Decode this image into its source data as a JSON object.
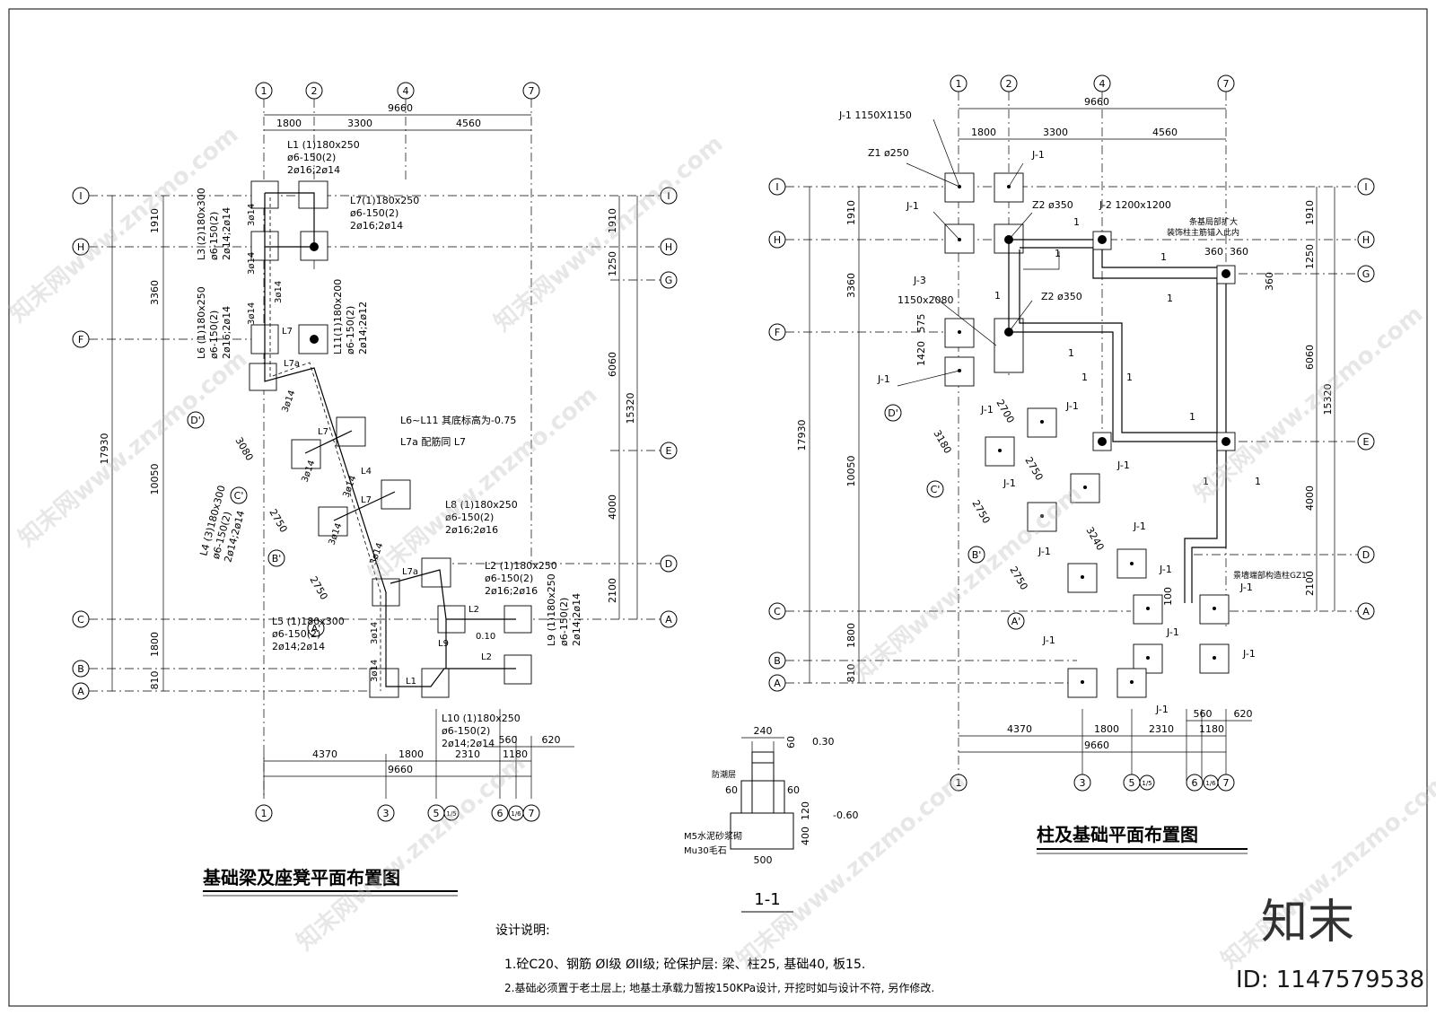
{
  "left_plan": {
    "title": "基础梁及座凳平面布置图",
    "top_axes": [
      "1",
      "2",
      "4",
      "7"
    ],
    "bottom_axes": [
      "1",
      "3",
      "5",
      "1/5",
      "6",
      "1/6",
      "7"
    ],
    "row_axes_left": [
      "I",
      "H",
      "F",
      "D'",
      "C'",
      "B'",
      "A'",
      "C",
      "B",
      "A"
    ],
    "row_axes_right": [
      "I",
      "H",
      "G",
      "E",
      "D",
      "A"
    ],
    "top_dims": [
      "9660",
      "1800",
      "3300",
      "4560"
    ],
    "bottom_dims": [
      "4370",
      "1800",
      "2310",
      "560",
      "620",
      "1180",
      "9660"
    ],
    "left_dims": [
      "17930",
      "1910",
      "3360",
      "10050",
      "1800",
      "810"
    ],
    "right_dims": [
      "1910",
      "1250",
      "6060",
      "15320",
      "4000",
      "2100"
    ],
    "diag_dims": [
      "3080",
      "2750",
      "2750"
    ],
    "beam_labels": [
      {
        "name": "L1 (1)180x250",
        "l2": "ø6-150(2)",
        "l3": "2ø16;2ø14"
      },
      {
        "name": "L7(1)180x250",
        "l2": "ø6-150(2)",
        "l3": "2ø16;2ø14"
      },
      {
        "name": "L3 (2)180x300",
        "l2": "ø6-150(2)",
        "l3": "2ø14;2ø14"
      },
      {
        "name": "L6 (1)180x250",
        "l2": "ø6-150(2)",
        "l3": "2ø16;2ø14"
      },
      {
        "name": "L11(1)180x200",
        "l2": "ø6-150(2)",
        "l3": "2ø14;2ø12"
      },
      {
        "name": "L4 (3)180x300",
        "l2": "ø6-150(2)",
        "l3": "2ø14;2ø14"
      },
      {
        "name": "L8 (1)180x250",
        "l2": "ø6-150(2)",
        "l3": "2ø16;2ø16"
      },
      {
        "name": "L2 (1)180x250",
        "l2": "ø6-150(2)",
        "l3": "2ø16;2ø16"
      },
      {
        "name": "L9 (1)180x250",
        "l2": "ø6-150(2)",
        "l3": "2ø14;2ø14"
      },
      {
        "name": "L5 (1)180x300",
        "l2": "ø6-150(2)",
        "l3": "2ø14;2ø14"
      },
      {
        "name": "L10 (1)180x250",
        "l2": "ø6-150(2)",
        "l3": "2ø14;2ø14"
      }
    ],
    "note1": "L6~L11 其底标高为-0.75",
    "note2": "L7a 配筋同 L7",
    "small_tags": [
      "3ø14",
      "3ø14",
      "3ø14",
      "3ø14",
      "3ø14",
      "3ø14",
      "3ø14",
      "3ø14",
      "3ø14",
      "3ø14",
      "3ø14",
      "L7",
      "L7a",
      "L7",
      "L7",
      "L7a",
      "L1",
      "L2",
      "L2",
      "L9",
      "L4",
      "0.10"
    ]
  },
  "right_plan": {
    "title": "柱及基础平面布置图",
    "top_axes": [
      "1",
      "2",
      "4",
      "7"
    ],
    "bottom_axes": [
      "1",
      "3",
      "5",
      "1/5",
      "6",
      "1/6",
      "7"
    ],
    "row_axes_left": [
      "I",
      "H",
      "F",
      "D'",
      "C'",
      "B'",
      "A'",
      "C",
      "B",
      "A"
    ],
    "row_axes_right": [
      "I",
      "H",
      "G",
      "E",
      "D",
      "A"
    ],
    "top_dims": [
      "9660",
      "1800",
      "3300",
      "4560"
    ],
    "bottom_dims": [
      "4370",
      "1800",
      "2310",
      "560",
      "620",
      "1180",
      "9660"
    ],
    "left_dims": [
      "17930",
      "1910",
      "3360",
      "10050",
      "1800",
      "810",
      "1420",
      "575"
    ],
    "right_dims": [
      "1910",
      "1250",
      "6060",
      "15320",
      "4000",
      "2100",
      "360",
      "360",
      "360"
    ],
    "diag_dims": [
      "3180",
      "2700",
      "2750",
      "2750",
      "2750",
      "3240"
    ],
    "labels": {
      "j1": "J-1 1150X1150",
      "z1": "Z1 ø250",
      "z2a": "Z2 ø350",
      "j2": "J-2 1200x1200",
      "j3": "J-3",
      "j3size": "1150x2080",
      "z2b": "Z2 ø350",
      "note_a": "条基局部扩大",
      "note_b": "装饰柱主筋锚入此内",
      "note_c": "景墙端部构造柱GZ1",
      "j1_tag": "J-1",
      "one": "1",
      "hundred": "100"
    }
  },
  "section": {
    "title": "1-1",
    "w240": "240",
    "d60a": "60",
    "el030": "0.30",
    "layer": "防潮层",
    "d60b": "60",
    "d60c": "60",
    "d120": "120",
    "el060": "-0.60",
    "d400": "400",
    "mortar": "M5水泥砂浆砌",
    "stone": "Mu30毛石",
    "w500": "500"
  },
  "notes": {
    "heading": "设计说明:",
    "line1": "1.砼C20、钢筋  ØI级 ØII级; 砼保护层: 梁、柱25, 基础40, 板15.",
    "line2": "2.基础必须置于老土层上; 地基土承载力暂按150KPa设计, 开挖时如与设计不符, 另作修改."
  },
  "watermark": {
    "text": "知末网www.znzmo.com",
    "logo": "知末",
    "id": "ID: 1147579538"
  }
}
